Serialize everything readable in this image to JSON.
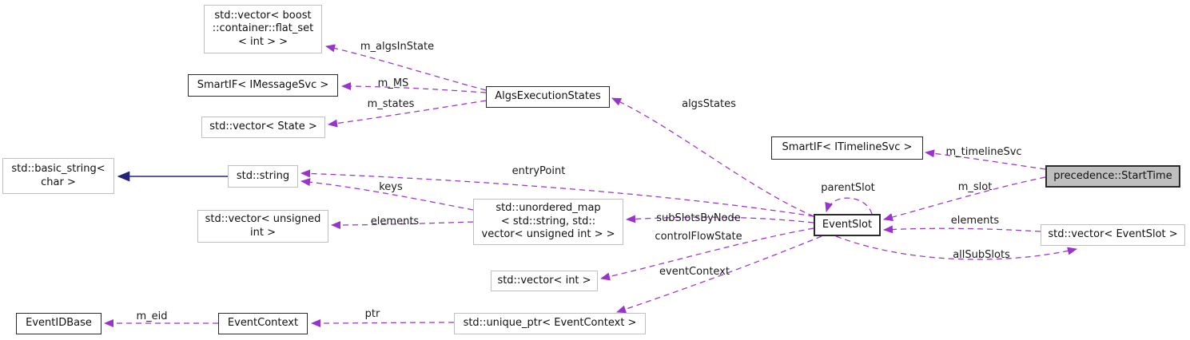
{
  "diagram": {
    "type": "doxygen collaboration graph",
    "focus_node": "precedence::StartTime",
    "colors": {
      "background": "#ffffff",
      "usage_edge": "#9a32cd",
      "inheritance_edge": "#23237b",
      "class_border": "#2a2a2a",
      "template_border": "#c0c0c0",
      "focus_fill": "#bfbfbf"
    }
  },
  "nodes": {
    "flatset": {
      "label": "std::vector< boost\n::container::flat_set\n< int > >",
      "kind": "template"
    },
    "smartif_imsg": {
      "label": "SmartIF< IMessageSvc >",
      "kind": "class"
    },
    "vector_state": {
      "label": "std::vector< State >",
      "kind": "template"
    },
    "algsexec": {
      "label": "AlgsExecutionStates",
      "kind": "class"
    },
    "basic_string": {
      "label": "std::basic_string<\nchar >",
      "kind": "template"
    },
    "std_string": {
      "label": "std::string",
      "kind": "template"
    },
    "vector_unsigned": {
      "label": "std::vector< unsigned\nint >",
      "kind": "template"
    },
    "unordered_map": {
      "label": "std::unordered_map\n< std::string, std::\nvector< unsigned int > >",
      "kind": "template"
    },
    "vector_int": {
      "label": "std::vector< int >",
      "kind": "template"
    },
    "smartif_itimeline": {
      "label": "SmartIF< ITimelineSvc >",
      "kind": "class"
    },
    "starttime": {
      "label": "precedence::StartTime",
      "kind": "focus"
    },
    "eventslot": {
      "label": "EventSlot",
      "kind": "class"
    },
    "vector_eventslot": {
      "label": "std::vector< EventSlot >",
      "kind": "template"
    },
    "eventidbase": {
      "label": "EventIDBase",
      "kind": "class"
    },
    "eventcontext": {
      "label": "EventContext",
      "kind": "class"
    },
    "unique_ptr": {
      "label": "std::unique_ptr< EventContext >",
      "kind": "template"
    }
  },
  "edges": [
    {
      "from": "AlgsExecutionStates",
      "to": "std::vector< boost::container::flat_set< int > >",
      "label": "m_algsInState",
      "style": "dashed"
    },
    {
      "from": "AlgsExecutionStates",
      "to": "SmartIF< IMessageSvc >",
      "label": "m_MS",
      "style": "dashed"
    },
    {
      "from": "AlgsExecutionStates",
      "to": "std::vector< State >",
      "label": "m_states",
      "style": "dashed"
    },
    {
      "from": "EventSlot",
      "to": "AlgsExecutionStates",
      "label": "algsStates",
      "style": "dashed"
    },
    {
      "from": "precedence::StartTime",
      "to": "SmartIF< ITimelineSvc >",
      "label": "m_timelineSvc",
      "style": "dashed"
    },
    {
      "from": "std::string",
      "to": "std::basic_string< char >",
      "label": "",
      "style": "solid-inheritance"
    },
    {
      "from": "EventSlot",
      "to": "std::string",
      "label": "entryPoint",
      "style": "dashed"
    },
    {
      "from": "std::unordered_map< std::string, std::vector< unsigned int > >",
      "to": "std::string",
      "label": "keys",
      "style": "dashed"
    },
    {
      "from": "std::unordered_map< std::string, std::vector< unsigned int > >",
      "to": "std::vector< unsigned int >",
      "label": "elements",
      "style": "dashed"
    },
    {
      "from": "EventSlot",
      "to": "std::unordered_map< std::string, std::vector< unsigned int > >",
      "label": "subSlotsByNode",
      "style": "dashed"
    },
    {
      "from": "EventSlot",
      "to": "std::vector< int >",
      "label": "controlFlowState",
      "style": "dashed"
    },
    {
      "from": "EventSlot",
      "to": "EventSlot",
      "label": "parentSlot",
      "style": "dashed"
    },
    {
      "from": "precedence::StartTime",
      "to": "EventSlot",
      "label": "m_slot",
      "style": "dashed"
    },
    {
      "from": "std::vector< EventSlot >",
      "to": "EventSlot",
      "label": "elements",
      "style": "dashed"
    },
    {
      "from": "EventSlot",
      "to": "std::vector< EventSlot >",
      "label": "allSubSlots",
      "style": "dashed"
    },
    {
      "from": "EventSlot",
      "to": "std::unique_ptr< EventContext >",
      "label": "eventContext",
      "style": "dashed"
    },
    {
      "from": "EventContext",
      "to": "EventIDBase",
      "label": "m_eid",
      "style": "dashed"
    },
    {
      "from": "std::unique_ptr< EventContext >",
      "to": "EventContext",
      "label": "ptr",
      "style": "dashed"
    }
  ]
}
